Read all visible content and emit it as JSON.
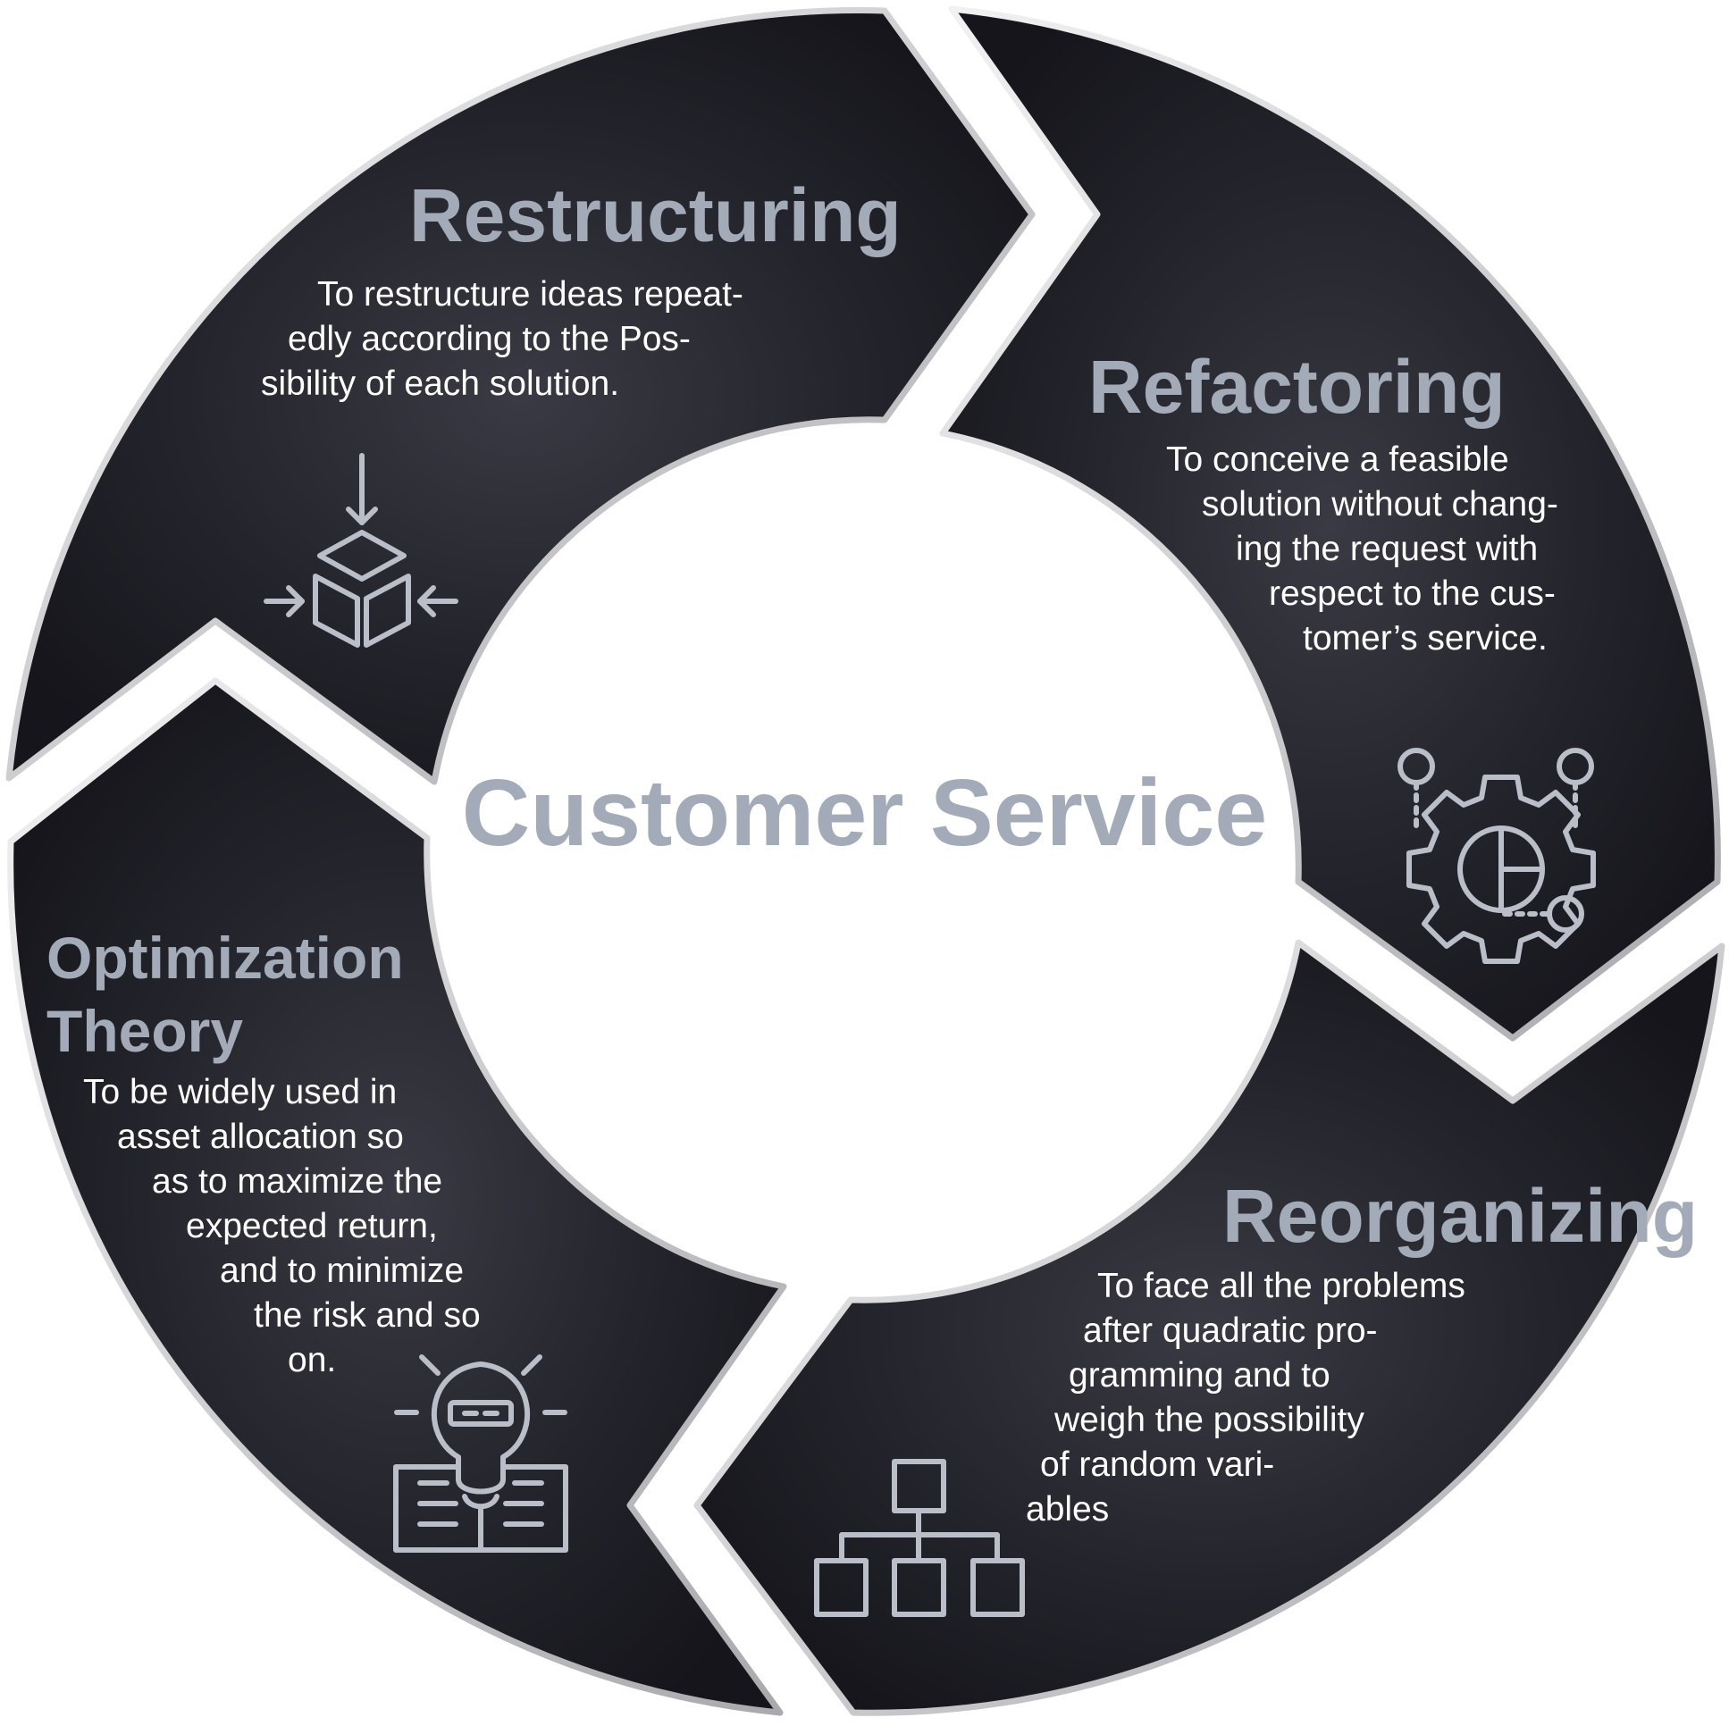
{
  "diagram": {
    "center_title": "Customer Service",
    "colors": {
      "segment_fill": "#1b1b22",
      "segment_highlight": "#36363f",
      "segment_border": "#d6d6d9",
      "title_color": "#a4abb8",
      "text_color": "#ffffff",
      "icon_stroke": "#b9bec8"
    },
    "segments": [
      {
        "title": "Restructuring",
        "icon": "box-arrows-icon",
        "lines": [
          "To restructure ideas repeat-",
          "edly according to the Pos-",
          "sibility of each solution."
        ]
      },
      {
        "title": "Refactoring",
        "icon": "gear-nodes-icon",
        "lines": [
          "To conceive a feasible",
          "solution without chang-",
          "ing the request with",
          "respect to the cus-",
          "tomer’s service."
        ]
      },
      {
        "title": "Reorganizing",
        "icon": "hierarchy-icon",
        "lines": [
          "To face all the problems",
          "after quadratic pro-",
          "gramming and to",
          "weigh the possibility",
          "of random vari-",
          "ables"
        ]
      },
      {
        "title_lines": [
          "Optimization",
          "Theory"
        ],
        "icon": "lightbulb-book-icon",
        "lines": [
          "To be widely used in",
          "asset allocation so",
          "as to maximize the",
          "expected return,",
          "and to minimize",
          "the risk and so",
          "on."
        ]
      }
    ]
  }
}
